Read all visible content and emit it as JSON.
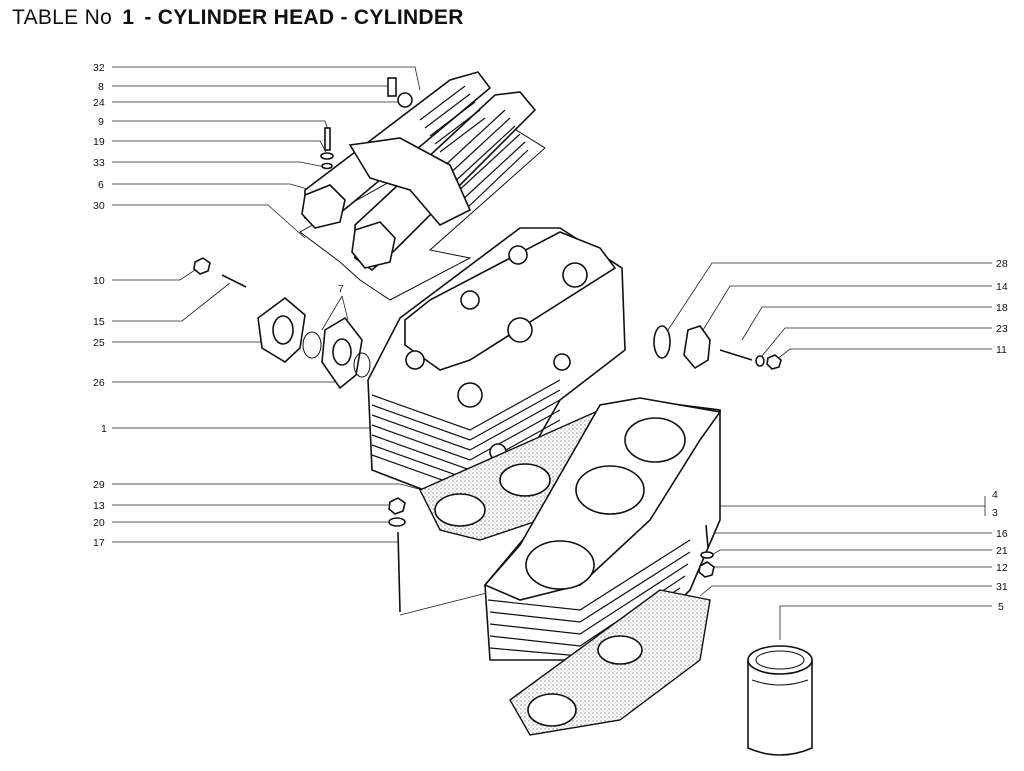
{
  "title": {
    "prefix": "TABLE No",
    "number": "1",
    "sep1": "-",
    "part1": "CYLINDER HEAD",
    "sep2": "-",
    "part2": "CYLINDER"
  },
  "callouts": {
    "c32": "32",
    "c8": "8",
    "c24": "24",
    "c9": "9",
    "c19": "19",
    "c33": "33",
    "c6": "6",
    "c30": "30",
    "c10": "10",
    "c15": "15",
    "c25": "25",
    "c26": "26",
    "c1": "1",
    "c29": "29",
    "c13": "13",
    "c20": "20",
    "c17": "17",
    "c7": "7",
    "c28": "28",
    "c14": "14",
    "c18": "18",
    "c23": "23",
    "c11": "11",
    "c4": "4",
    "c3": "3",
    "c16": "16",
    "c21": "21",
    "c12": "12",
    "c31": "31",
    "c5": "5"
  }
}
